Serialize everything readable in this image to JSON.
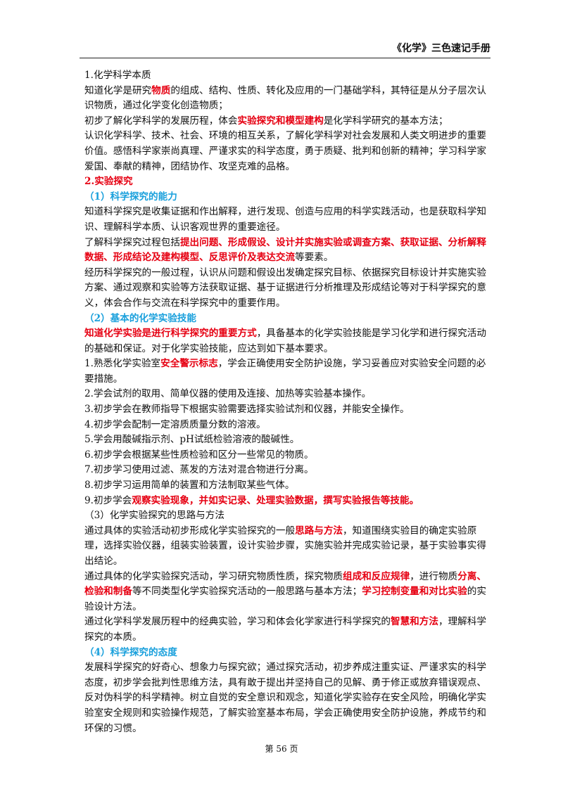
{
  "header": {
    "title": "《化学》三色速记手册"
  },
  "sections": {
    "s1": {
      "title": "1.化学科学本质",
      "p1": [
        "知道化学是研究",
        "物质",
        "的组成、结构、性质、转化及应用的一门基础学科，其特征是从分子层次认识物质，通过化学变化创造物质；"
      ],
      "p2": [
        "初步了解化学科学的发展历程，体会",
        "实验探究和模型建构",
        "是化学科学研究的基本方法；"
      ],
      "p3": "认识化学科学、技术、社会、环境的相互关系，了解化学科学对社会发展和人类文明进步的重要价值。感悟科学家崇尚真理、严谨求实的科学态度，勇于质疑、批判和创新的精神；学习科学家爱国、奉献的精神，团结协作、攻坚克难的品格。"
    },
    "s2": {
      "title": "2.实验探究",
      "sub1": {
        "title": "（1）科学探究的能力",
        "p1": "知道科学探究是收集证据和作出解释，进行发现、创造与应用的科学实践活动，也是获取科学知识、理解科学本质、认识客观世界的重要途径。",
        "p2": [
          "了解科学探究过程包括",
          "提出问题、形成假设、设计并实施实验或调查方案、获取证据、分析解释数据、形成结论及建构模型、反思评价及表达交流",
          "等要素。"
        ],
        "p3": "经历科学探究的一般过程，认识从问题和假设出发确定探究目标、依据探究目标设计并实施实验方案、通过观察和实验等方法获取证据、基于证据进行分析推理及形成结论等对于科学探究的意义，体会合作与交流在科学探究中的重要作用。"
      },
      "sub2": {
        "title": "（2）基本的化学实验技能",
        "intro": [
          "知道化学实验是进行科学探究的重要方式",
          "，具备基本的化学实验技能是学习化学和进行探究活动的基础和保证。对于化学实验技能，应达到如下基本要求。"
        ],
        "item1": [
          "1.熟悉化学实验室",
          "安全警示标志",
          "，学会正确使用安全防护设施，学习妥善应对实验安全问题的必要措施。"
        ],
        "item2": "2.学会试剂的取用、简单仪器的使用及连接、加热等实验基本操作。",
        "item3": "3.初步学会在教师指导下根据实验需要选择实验试剂和仪器，并能安全操作。",
        "item4": "4.初步学会配制一定溶质质量分数的溶液。",
        "item5": "5.学会用酸碱指示剂、pH试纸检验溶液的酸碱性。",
        "item6": "6.初步学会根据某些性质检验和区分一些常见的物质。",
        "item7": "7.初步学习使用过滤、蒸发的方法对混合物进行分离。",
        "item8": "8.初步学习运用简单的装置和方法制取某些气体。",
        "item9": [
          "9.初步学会",
          "观察实验现象，并如实记录、处理实验数据，撰写实验报告等技能。"
        ]
      },
      "sub3": {
        "title": "（3）化学实验探究的思路与方法",
        "p1": [
          "通过具体的实验活动初步形成化学实验探究的一般",
          "思路与方法",
          "，知道围绕实验目的确定实验原理，选择实验仪器，组装实验装置，设计实验步骤，实施实验并完成实验记录，基于实验事实得出结论。"
        ],
        "p2": [
          "通过具体的化学实验探究活动，学习研究物质性质，探究物质",
          "组成和反应规律",
          "，进行物质",
          "分离、检验和制备",
          "等不同类型化学实验探究活动的一般思路与基本方法；",
          "学习控制变量和对比实验",
          "的实验设计方法。"
        ],
        "p3": [
          "通过化学科学发展历程中的经典实验，学习和体会化学家进行科学探究的",
          "智慧和方法",
          "，理解科学探究的本质。"
        ]
      },
      "sub4": {
        "title": "（4）科学探究的态度",
        "p1": "发展科学探究的好奇心、想象力与探究欲；通过探究活动，初步养成注重实证、严谨求实的科学态度，初步学会批判性思维方法，具有敢于提出并坚持自己的见解、勇于修正或放弃错误观点、反对伪科学的科学精神。树立自觉的安全意识和观念，知道化学实验存在安全风险，明确化学实验室安全规则和实验操作规范，了解实验室基本布局，学会正确使用安全防护设施，养成节约和环保的习惯。"
      }
    }
  },
  "footer": {
    "page": "第 56 页"
  },
  "colors": {
    "red": "#e60012",
    "blue": "#1aa0dc"
  }
}
